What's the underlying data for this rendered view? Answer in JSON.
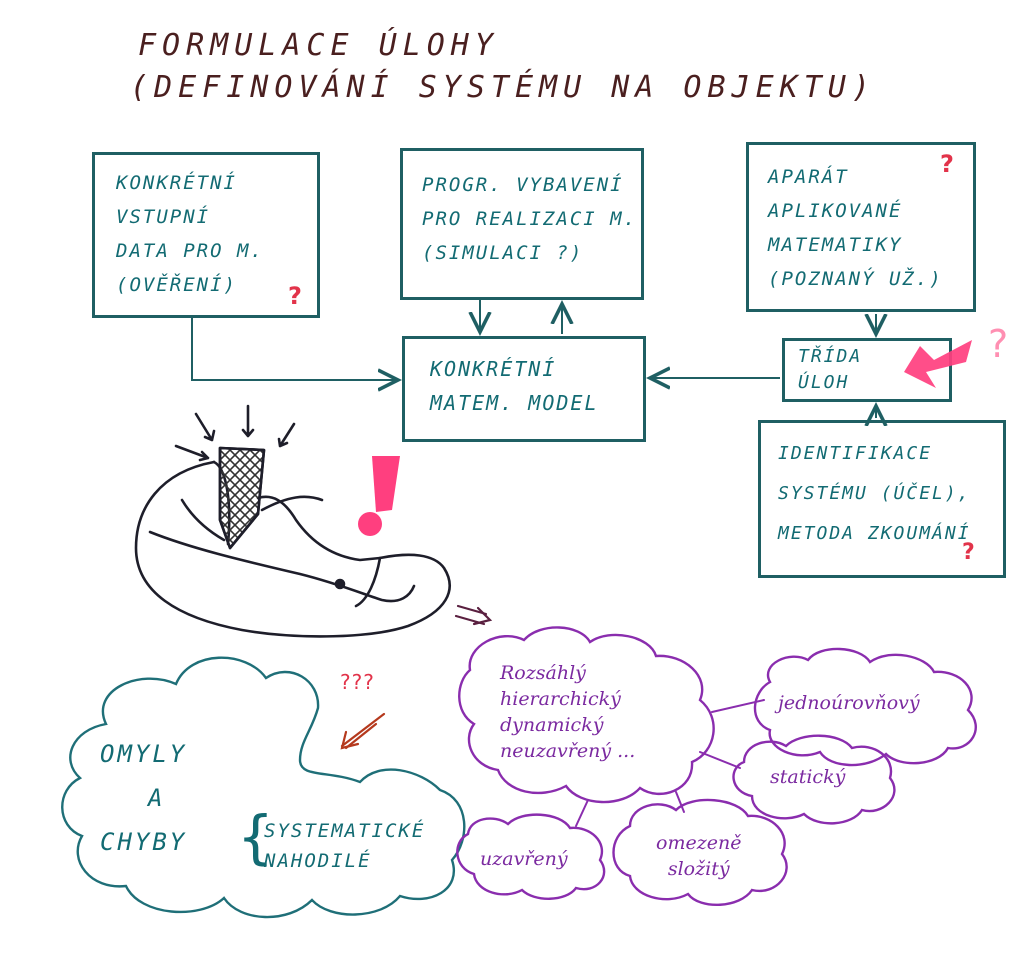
{
  "title": {
    "line1": "FORMULACE ÚLOHY",
    "line2": "(DEFINOVÁNÍ SYSTÉMU NA OBJEKTU)"
  },
  "boxes": {
    "input_data": {
      "lines": [
        "KONKRÉTNÍ",
        "VSTUPNÍ",
        "DATA PRO M.",
        "(OVĚŘENÍ)"
      ],
      "mark": "?"
    },
    "software": {
      "lines": [
        "PROGR. VYBAVENÍ",
        "PRO REALIZACI M.",
        "(SIMULACI ?)"
      ]
    },
    "math_apparatus": {
      "lines": [
        "APARÁT",
        "APLIKOVANÉ",
        "MATEMATIKY",
        "(POZNANÝ UŽ.)"
      ],
      "mark": "?"
    },
    "model": {
      "lines": [
        "KONKRÉTNÍ",
        "MATEM. MODEL"
      ]
    },
    "task_class": {
      "lines": [
        "TŘÍDA",
        "ÚLOH"
      ],
      "mark": "?"
    },
    "identification": {
      "lines": [
        "IDENTIFIKACE",
        "SYSTÉMU (ÚČEL),",
        "METODA ZKOUMÁNÍ"
      ],
      "mark": "?"
    }
  },
  "exclamation": "!",
  "implies_arrow": "⇒",
  "question_marks": "???",
  "errors": {
    "lines": [
      "OMYLY",
      "A",
      "CHYBY"
    ],
    "brace": "{",
    "types": [
      "SYSTEMATICKÉ",
      "NAHODILÉ"
    ]
  },
  "clouds": {
    "main": [
      "Rozsáhlý",
      "hierarchický",
      "dynamický",
      "neuzavřený ..."
    ],
    "one_level": "jednoúrovňový",
    "static": "statický",
    "closed": "uzavřený",
    "limited": [
      "omezeně",
      "složitý"
    ]
  },
  "colors": {
    "box_border": "#1f5f63",
    "teal_text": "#136b73",
    "title": "#4a1f1f",
    "purple": "#7b2aa0",
    "red": "#e2334a",
    "pink": "#ff3f7f"
  }
}
